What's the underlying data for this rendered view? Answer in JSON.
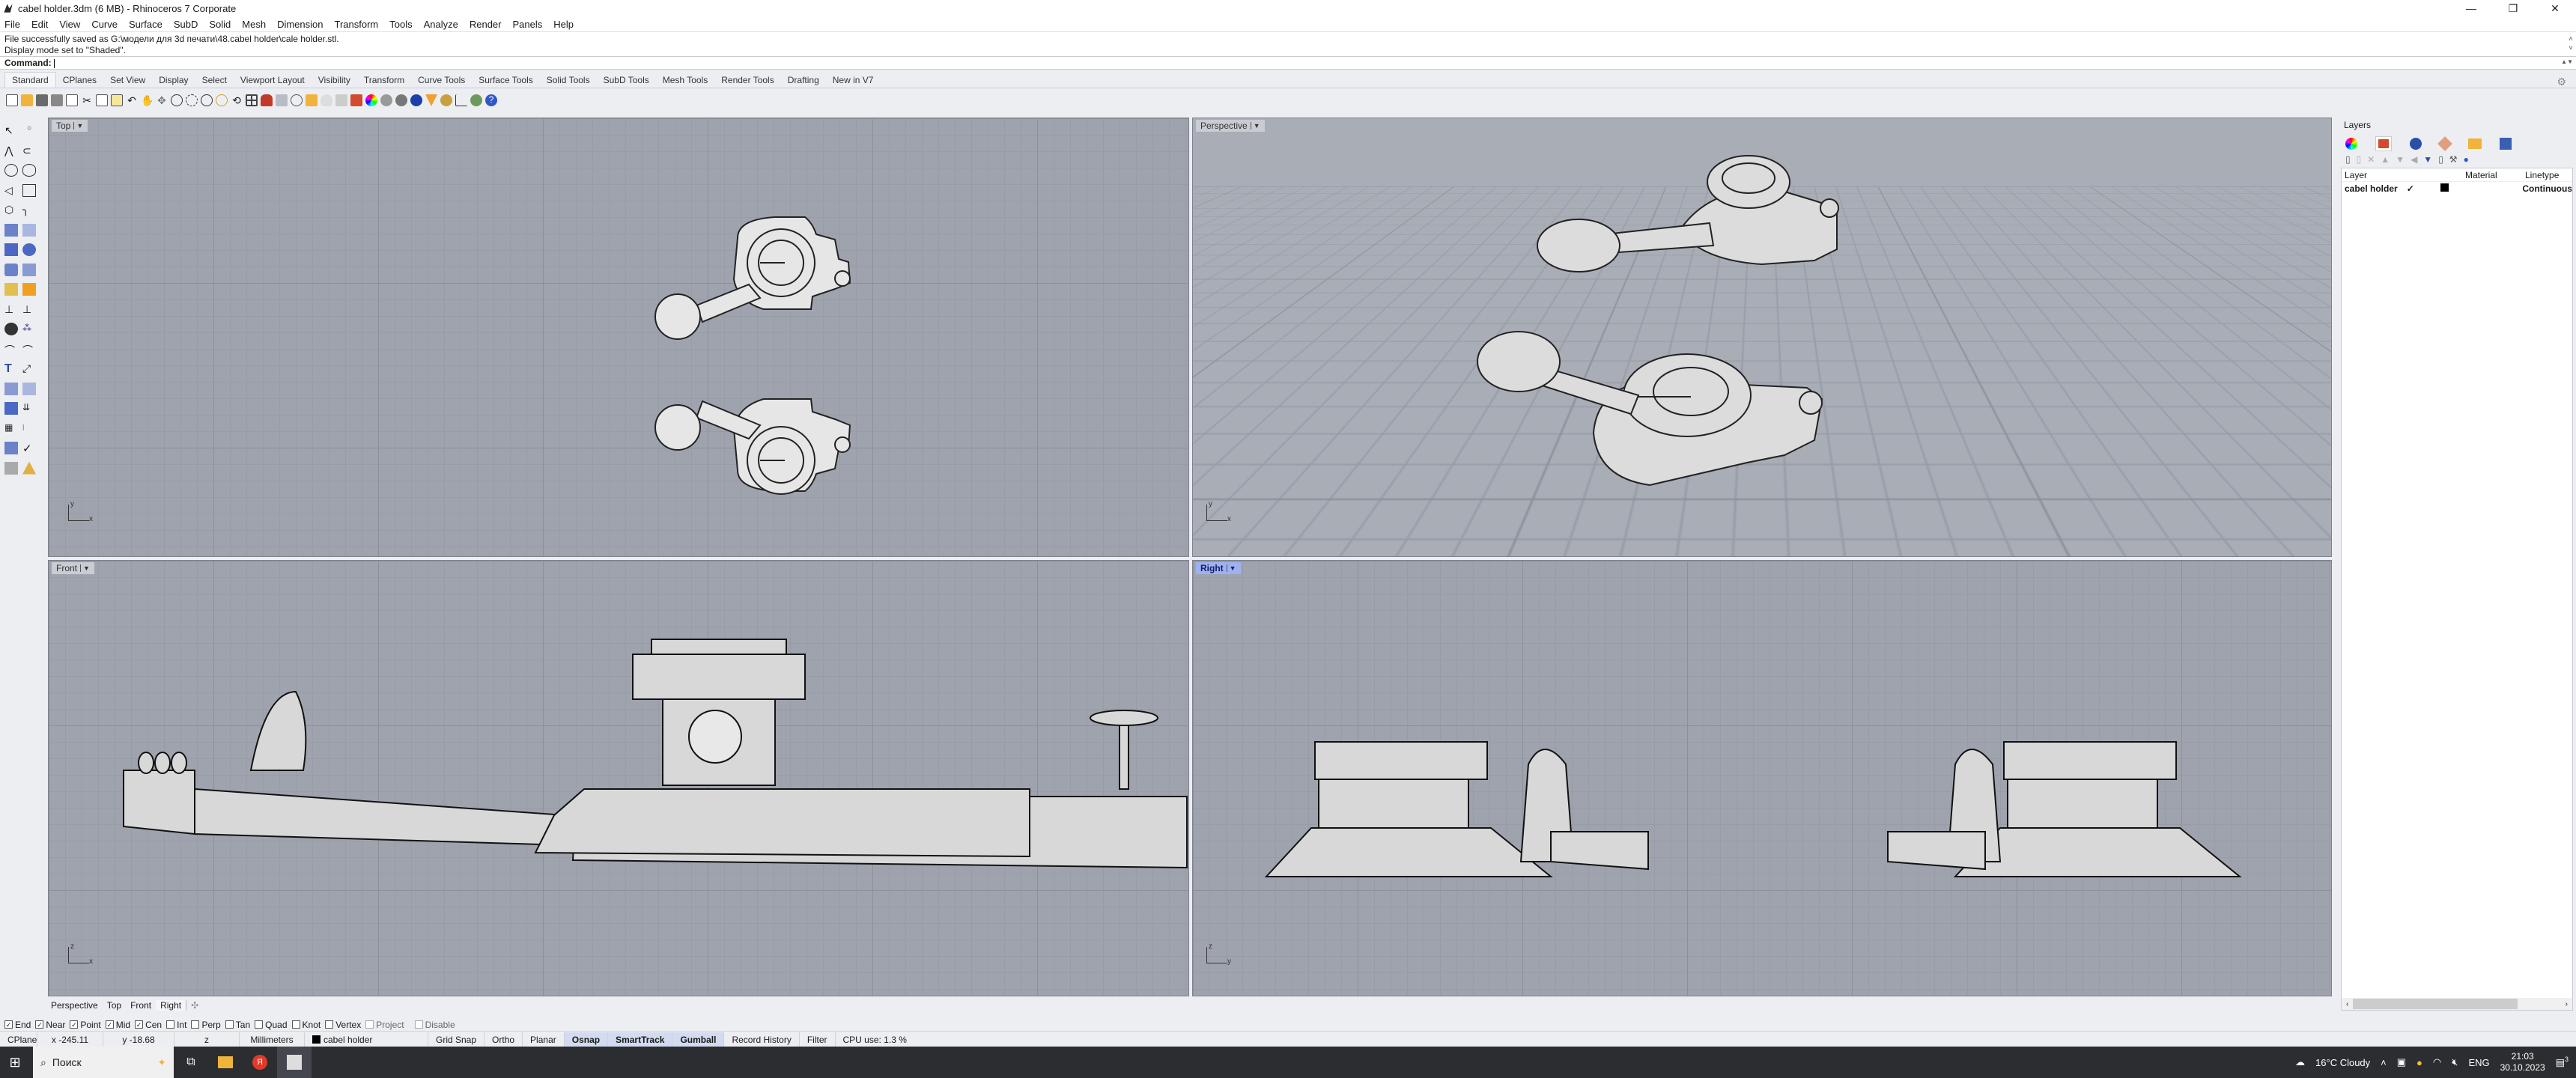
{
  "window": {
    "title": "cabel holder.3dm (6 MB) - Rhinoceros 7 Corporate",
    "controls": [
      "minimize",
      "restore",
      "close"
    ]
  },
  "menu": [
    "File",
    "Edit",
    "View",
    "Curve",
    "Surface",
    "SubD",
    "Solid",
    "Mesh",
    "Dimension",
    "Transform",
    "Tools",
    "Analyze",
    "Render",
    "Panels",
    "Help"
  ],
  "history": {
    "line1": "File successfully saved as G:\\модели для 3d печати\\48.cabel holder\\cale holder.stl.",
    "line2": "Display mode set to \"Shaded\"."
  },
  "command": {
    "label": "Command:",
    "value": ""
  },
  "toolbar_tabs": [
    "Standard",
    "CPlanes",
    "Set View",
    "Display",
    "Select",
    "Viewport Layout",
    "Visibility",
    "Transform",
    "Curve Tools",
    "Surface Tools",
    "Solid Tools",
    "SubD Tools",
    "Mesh Tools",
    "Render Tools",
    "Drafting",
    "New in V7"
  ],
  "toolbar_active_tab": "Standard",
  "standard_icons": [
    "new",
    "open",
    "save",
    "print",
    "import",
    "cut",
    "copy",
    "paste",
    "undo",
    "pan",
    "rotate",
    "zoom-in",
    "zoom-window",
    "zoom-extents",
    "zoom-selected",
    "undo-view",
    "4-viewports",
    "car-render",
    "grid",
    "circle",
    "osnap",
    "lightbulb",
    "lock",
    "layer",
    "color-wheel",
    "sphere-wire",
    "sphere-shaded",
    "sphere-render",
    "light",
    "settings",
    "dimension",
    "map",
    "help"
  ],
  "viewports": [
    {
      "name": "Top",
      "active": false,
      "axes": [
        "y",
        "x"
      ]
    },
    {
      "name": "Perspective",
      "active": false,
      "axes": [
        "y",
        "x"
      ]
    },
    {
      "name": "Front",
      "active": false,
      "axes": [
        "z",
        "x"
      ]
    },
    {
      "name": "Right",
      "active": true,
      "axes": [
        "z",
        "y"
      ]
    }
  ],
  "view_tabs": [
    "Perspective",
    "Top",
    "Front",
    "Right"
  ],
  "osnaps": [
    {
      "label": "End",
      "checked": true
    },
    {
      "label": "Near",
      "checked": true
    },
    {
      "label": "Point",
      "checked": true
    },
    {
      "label": "Mid",
      "checked": true
    },
    {
      "label": "Cen",
      "checked": true
    },
    {
      "label": "Int",
      "checked": false
    },
    {
      "label": "Perp",
      "checked": false
    },
    {
      "label": "Tan",
      "checked": false
    },
    {
      "label": "Quad",
      "checked": false
    },
    {
      "label": "Knot",
      "checked": false
    },
    {
      "label": "Vertex",
      "checked": false
    },
    {
      "label": "Project",
      "checked": false,
      "disabled": true
    },
    {
      "label": "Disable",
      "checked": false,
      "disabled": true
    }
  ],
  "status": {
    "cplane": "CPlane",
    "x": "x -245.11",
    "y": "y -18.68",
    "z": "z",
    "units": "Millimeters",
    "layer": "cabel holder",
    "toggles": [
      {
        "label": "Grid Snap",
        "on": false
      },
      {
        "label": "Ortho",
        "on": false
      },
      {
        "label": "Planar",
        "on": false
      },
      {
        "label": "Osnap",
        "on": true
      },
      {
        "label": "SmartTrack",
        "on": true
      },
      {
        "label": "Gumball",
        "on": true
      },
      {
        "label": "Record History",
        "on": false
      },
      {
        "label": "Filter",
        "on": false
      }
    ],
    "cpu": "CPU use: 1.3 %"
  },
  "layers_panel": {
    "title": "Layers",
    "columns": [
      "Layer",
      "Material",
      "Linetype"
    ],
    "rows": [
      {
        "name": "cabel holder",
        "current": "✓",
        "color": "#000000",
        "linetype": "Continuous"
      }
    ]
  },
  "taskbar": {
    "search": "Поиск",
    "weather": "16°C  Cloudy",
    "lang": "ENG",
    "time": "21:03",
    "date": "30.10.2023",
    "notifications": "3"
  },
  "colors": {
    "viewport_bg": "#9ea3ad",
    "active_label": "#9fb1f0",
    "chrome": "#eceef2",
    "taskbar": "#2b2d31"
  }
}
